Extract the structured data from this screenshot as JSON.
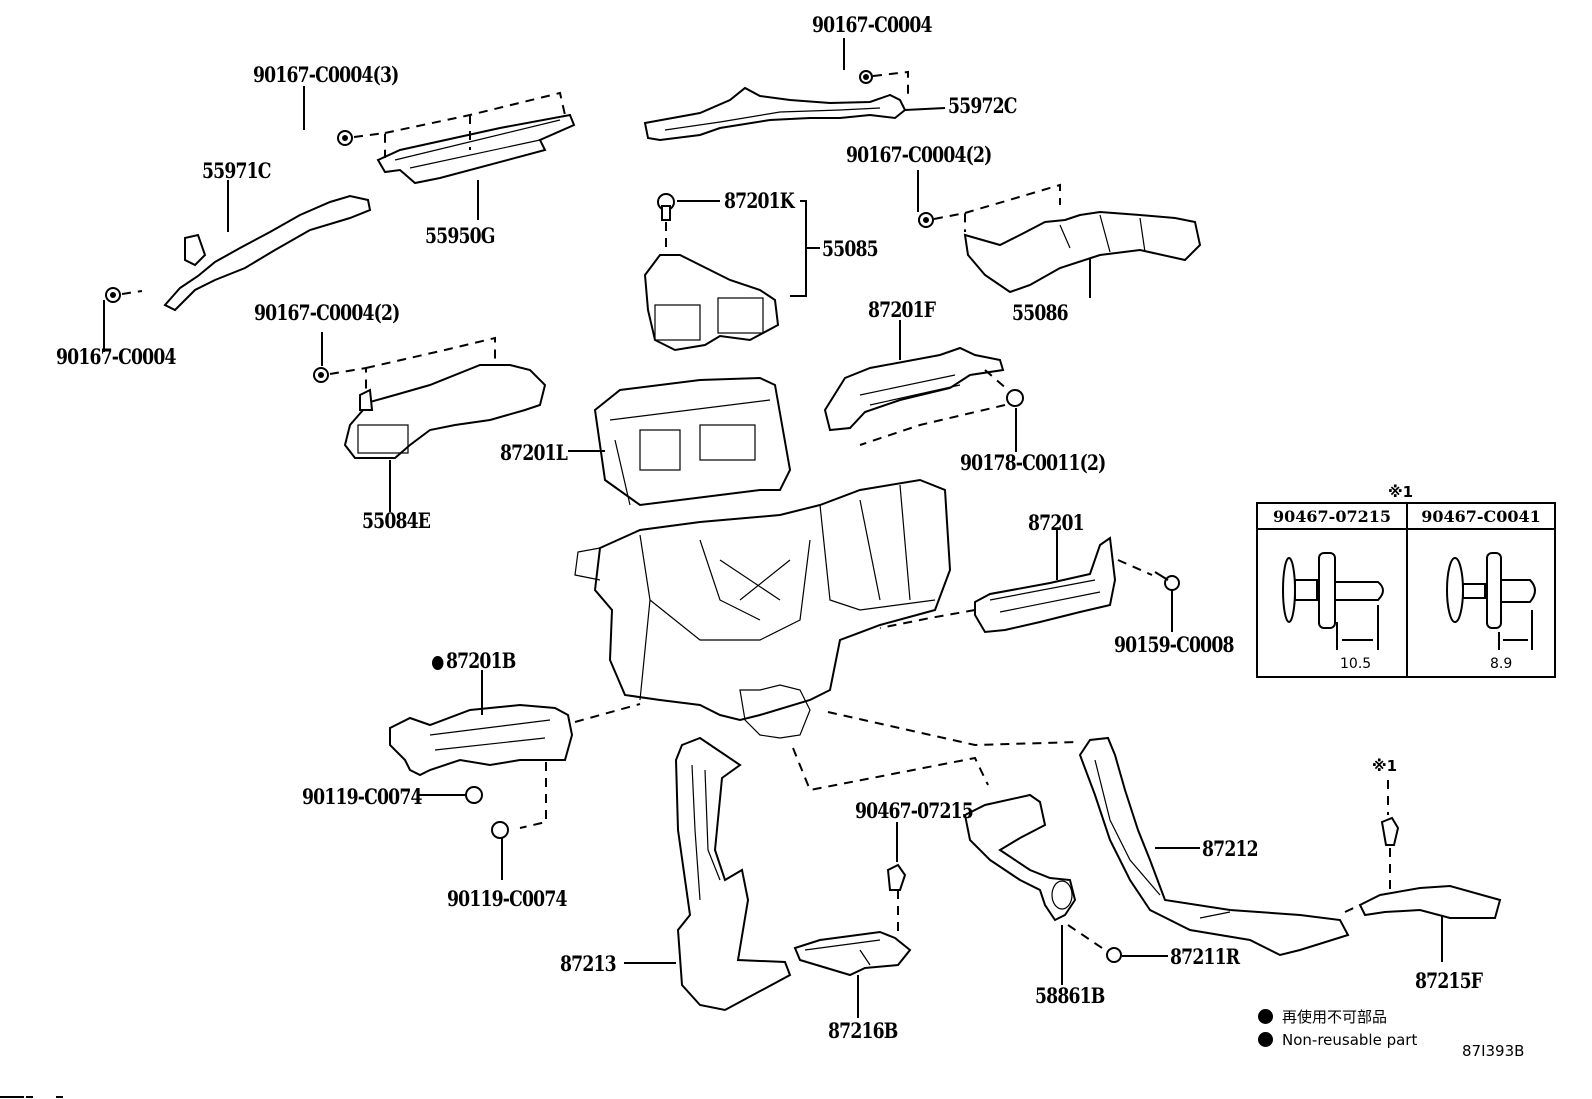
{
  "diagram": {
    "title_code": "87I393B",
    "parts": [
      {
        "id": "90167-C0004-top",
        "label": "90167-C0004"
      },
      {
        "id": "55972C",
        "label": "55972C"
      },
      {
        "id": "90167-C0004-3",
        "label": "90167-C0004(3)"
      },
      {
        "id": "55950G",
        "label": "55950G"
      },
      {
        "id": "55971C",
        "label": "55971C"
      },
      {
        "id": "90167-C0004-left",
        "label": "90167-C0004"
      },
      {
        "id": "87201K",
        "label": "87201K"
      },
      {
        "id": "55085",
        "label": "55085"
      },
      {
        "id": "90167-C0004-2-right",
        "label": "90167-C0004(2)"
      },
      {
        "id": "55086",
        "label": "55086"
      },
      {
        "id": "90167-C0004-2-left",
        "label": "90167-C0004(2)"
      },
      {
        "id": "55084E",
        "label": "55084E"
      },
      {
        "id": "87201F",
        "label": "87201F"
      },
      {
        "id": "90178-C0011-2",
        "label": "90178-C0011(2)"
      },
      {
        "id": "87201L",
        "label": "87201L"
      },
      {
        "id": "87201",
        "label": "87201"
      },
      {
        "id": "90159-C0008",
        "label": "90159-C0008"
      },
      {
        "id": "87201B",
        "label": "87201B",
        "non_reusable": true
      },
      {
        "id": "90119-C0074-a",
        "label": "90119-C0074"
      },
      {
        "id": "90119-C0074-b",
        "label": "90119-C0074"
      },
      {
        "id": "90467-07215",
        "label": "90467-07215"
      },
      {
        "id": "87213",
        "label": "87213"
      },
      {
        "id": "87216B",
        "label": "87216B"
      },
      {
        "id": "87212",
        "label": "87212"
      },
      {
        "id": "87211R",
        "label": "87211R"
      },
      {
        "id": "58861B",
        "label": "58861B"
      },
      {
        "id": "87215F",
        "label": "87215F"
      },
      {
        "id": "note-1",
        "label": "※1"
      }
    ],
    "clip_table": {
      "note": "※1",
      "columns": [
        {
          "part": "90467-07215",
          "dimension": "10.5"
        },
        {
          "part": "90467-C0041",
          "dimension": "8.9"
        }
      ]
    },
    "legend": [
      {
        "symbol": "filled-circle",
        "text": "再使用不可部品"
      },
      {
        "symbol": "filled-circle",
        "text": "Non-reusable part"
      }
    ]
  }
}
